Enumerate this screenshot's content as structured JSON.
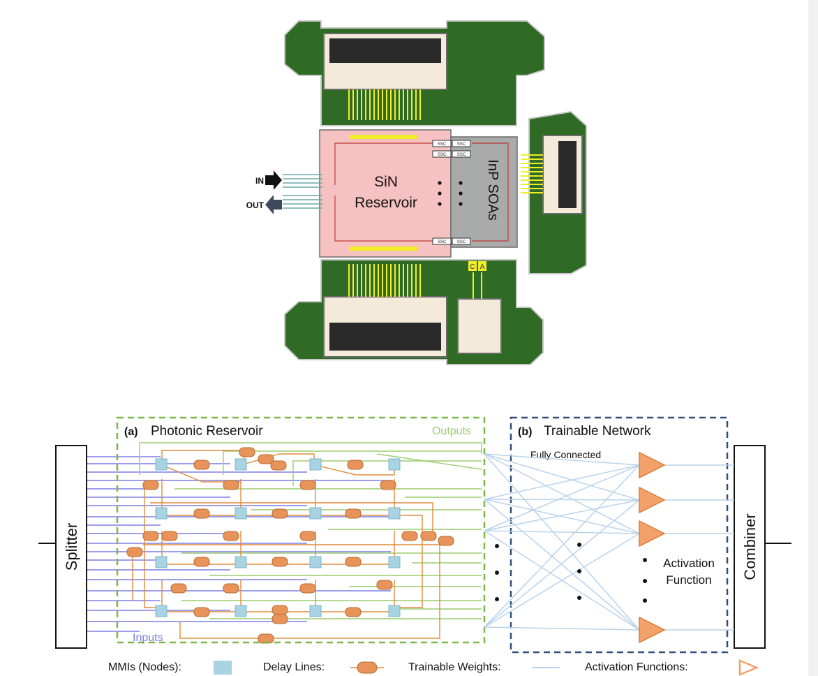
{
  "top_figure": {
    "in_label": "IN",
    "out_label": "OUT",
    "reservoir_label_line1": "SiN",
    "reservoir_label_line2": "Reservoir",
    "soa_label": "InP SOAs",
    "ssc_label": "SSC",
    "pin_c": "C",
    "pin_a": "A",
    "colors": {
      "pcb_green": "#2f6b24",
      "reservoir_pink": "#f5c1c1",
      "soa_grey": "#a9aaaa",
      "connector_beige": "#f4ead9",
      "wire_yellow": "#f2ee2a"
    }
  },
  "bottom_figure": {
    "splitter_label": "Splitter",
    "combiner_label": "Combiner",
    "panel_a_tag": "(a)",
    "panel_a_title": "Photonic Reservoir",
    "outputs_label": "Outputs",
    "inputs_label": "Inputs",
    "panel_b_tag": "(b)",
    "panel_b_title": "Trainable Network",
    "fully_connected_label": "Fully Connected",
    "activation_label_line1": "Activation",
    "activation_label_line2": "Function",
    "legend": {
      "mmi": "MMIs (Nodes):",
      "delay": "Delay Lines:",
      "weights": "Trainable Weights:",
      "activation": "Activation Functions:"
    },
    "colors": {
      "input_blue": "#7b7ee6",
      "output_green": "#9ccc6f",
      "delay_orange": "#e08a3a",
      "mmi_blue": "#a7d3e3",
      "weight_blue": "#b9d3ec",
      "activation_orange": "#f3a16a",
      "panel_a_border": "#7ab648",
      "panel_b_border": "#2f4f7a"
    }
  }
}
